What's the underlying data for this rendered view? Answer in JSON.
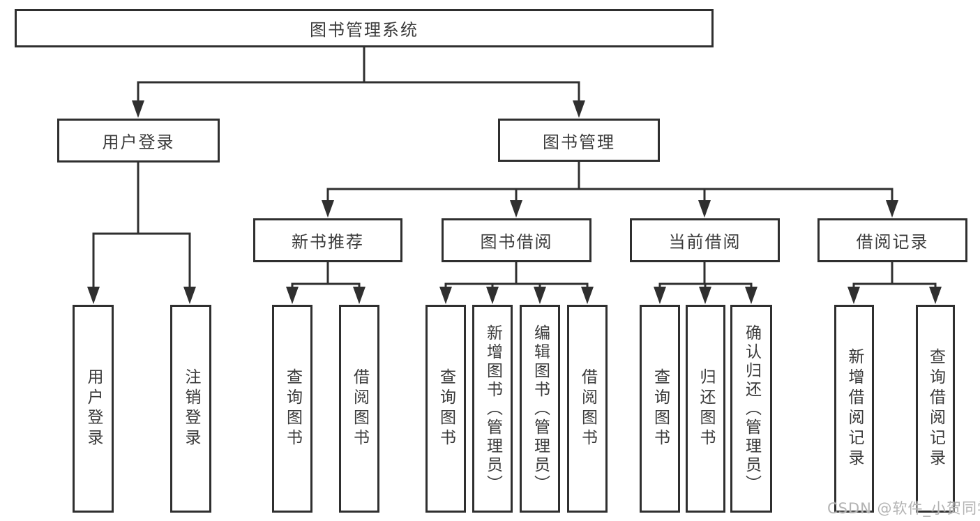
{
  "tree": {
    "root": "图书管理系统",
    "children": [
      {
        "label": "用户登录",
        "children": [
          "用户登录",
          "注销登录"
        ]
      },
      {
        "label": "图书管理",
        "children": [
          {
            "label": "新书推荐",
            "children": [
              "查询图书",
              "借阅图书"
            ]
          },
          {
            "label": "图书借阅",
            "children": [
              "查询图书",
              "新增图书（管理员）",
              "编辑图书（管理员）",
              "借阅图书"
            ]
          },
          {
            "label": "当前借阅",
            "children": [
              "查询图书",
              "归还图书",
              "确认归还（管理员）"
            ]
          },
          {
            "label": "借阅记录",
            "children": [
              "新增借阅记录",
              "查询借阅记录"
            ]
          }
        ]
      }
    ]
  },
  "watermark": "CSDN @软件_小贺同学",
  "colors": {
    "line": "#2f2f2f",
    "text": "#3a3a3a",
    "watermark": "#b3b3b3",
    "background": "#ffffff"
  }
}
